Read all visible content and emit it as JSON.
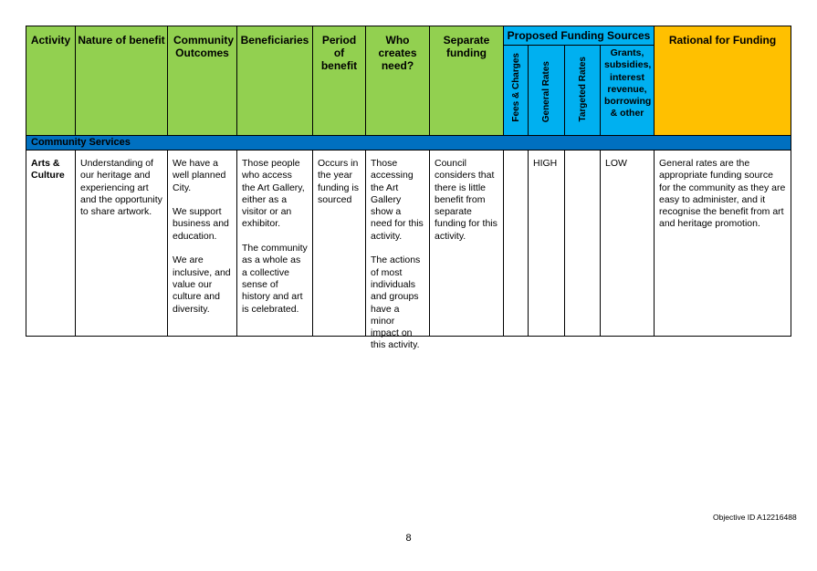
{
  "headers": {
    "activity": "Activity",
    "nature": "Nature of benefit",
    "community": "Community Outcomes",
    "beneficiaries": "Beneficiaries",
    "period": "Period of benefit",
    "who": "Who creates need?",
    "separate": "Separate funding",
    "proposed": "Proposed Funding Sources",
    "fees": "Fees & Charges",
    "general": "General Rates",
    "targeted": "Targeted Rates",
    "grants": "Grants, subsidies, interest revenue, borrowing & other",
    "rational": "Rational for Funding"
  },
  "section_label": "Community Services",
  "row": {
    "activity": "Arts & Culture",
    "nature": "Understanding of our heritage and experiencing art and the opportunity to share artwork.",
    "community": "We have a well planned City.\n\nWe support business and education.\n\nWe are inclusive, and value our culture and diversity.",
    "beneficiaries": "Those people who access the Art Gallery, either as a visitor or an exhibitor.\n\nThe community as a whole as a collective sense of history and art is celebrated.",
    "period": "Occurs in the year funding is sourced",
    "who": "Those accessing the Art Gallery show a need for this activity.\n\nThe actions of most individuals and groups have a minor impact on this activity.",
    "separate": "Council considers that there is little benefit from separate funding for this activity.",
    "fees": "",
    "general": "HIGH",
    "targeted": "",
    "grants": "LOW",
    "rational": "General rates are the appropriate funding source for the community as they are easy to administer, and it recognise the benefit from art and heritage promotion."
  },
  "footer": {
    "objective_id": "Objective ID A12216488",
    "page_number": "8"
  },
  "colors": {
    "header_green": "#92d050",
    "header_blue": "#00b0f0",
    "header_gold": "#ffc000",
    "section_bar": "#0070c0"
  }
}
